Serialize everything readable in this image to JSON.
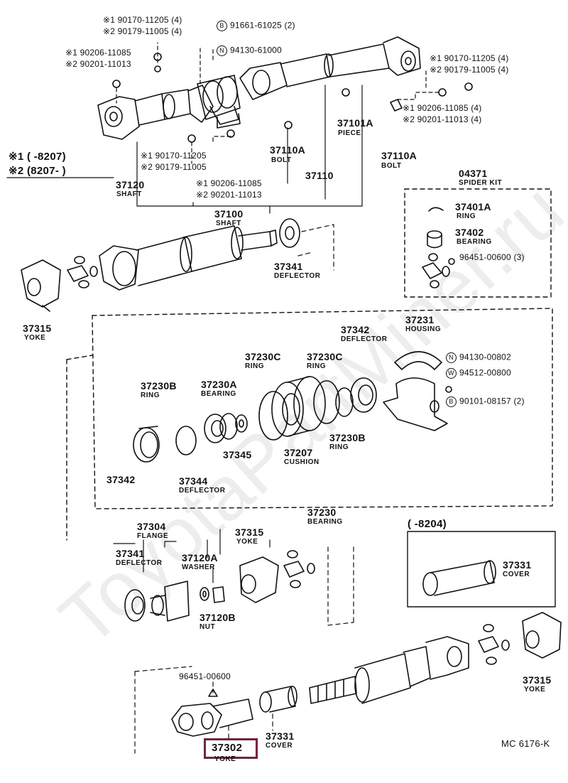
{
  "watermark": "ToyotaPartMiner.ru",
  "figure_code": "MC 6176-K",
  "notes": {
    "n1": "※1 (    -8207)",
    "n2": "※2 (8207-       )",
    "c204": "(    -8204)"
  },
  "top_left": {
    "a1": "※1 90170-11205 (4)",
    "a2": "※2 90179-11005 (4)",
    "b1": "※1 90206-11085",
    "b2": "※2 90201-11013"
  },
  "top_mid": {
    "b_code": "B",
    "b_part": "91661-61025 (2)",
    "n_code": "N",
    "n_part": "94130-61000"
  },
  "top_right": {
    "a1": "※1 90170-11205 (4)",
    "a2": "※2 90179-11005 (4)",
    "b1": "※1 90206-11085 (4)",
    "b2": "※2 90201-11013 (4)"
  },
  "mid_left": {
    "a1": "※1 90170-11205",
    "a2": "※2 90179-11005",
    "b1": "※1 90206-11085",
    "b2": "※2 90201-11013"
  },
  "parts": {
    "p37101A": "37101A",
    "p37101A_n": "PIECE",
    "p37110A_1": "37110A",
    "p37110A_1n": "BOLT",
    "p37110A_2": "37110A",
    "p37110A_2n": "BOLT",
    "p37110": "37110",
    "p37120": "37120",
    "p37120_n": "SHAFT",
    "p37100": "37100",
    "p37100_n": "SHAFT",
    "p04371": "04371",
    "p04371_n": "SPIDER KIT",
    "p37401A": "37401A",
    "p37401A_n": "RING",
    "p37402": "37402",
    "p37402_n": "BEARING",
    "p96451a": "96451-00600 (3)",
    "p37341a": "37341",
    "p37341a_n": "DEFLECTOR",
    "p37315a": "37315",
    "p37315a_n": "YOKE",
    "p37231": "37231",
    "p37231_n": "HOUSING",
    "p37342a": "37342",
    "p37342a_n": "DEFLECTOR",
    "n_code2": "N",
    "p94130": "94130-00802",
    "w_code": "W",
    "p94512": "94512-00800",
    "b_code2": "B",
    "p90101": "90101-08157 (2)",
    "p37230Ca": "37230C",
    "p37230Ca_n": "RING",
    "p37230Cb": "37230C",
    "p37230Cb_n": "RING",
    "p37230B_1": "37230B",
    "p37230B_1n": "RING",
    "p37230A": "37230A",
    "p37230A_n": "BEARING",
    "p37230B_2": "37230B",
    "p37230B_2n": "RING",
    "p37345": "37345",
    "p37207": "37207",
    "p37207_n": "CUSHION",
    "p37342b": "37342",
    "p37344": "37344",
    "p37344_n": "DEFLECTOR",
    "p37230": "37230",
    "p37230_n": "BEARING",
    "p37304": "37304",
    "p37304_n": "FLANGE",
    "p37341b": "37341",
    "p37341b_n": "DEFLECTOR",
    "p37120A": "37120A",
    "p37120A_n": "WASHER",
    "p37315b": "37315",
    "p37315b_n": "YOKE",
    "p37120B": "37120B",
    "p37120B_n": "NUT",
    "p37331a": "37331",
    "p37331a_n": "COVER",
    "p96451b": "96451-00600",
    "p37315c": "37315",
    "p37315c_n": "YOKE",
    "p37331b": "37331",
    "p37331b_n": "COVER",
    "p37302": "37302",
    "p37302_n": "YOKE"
  }
}
